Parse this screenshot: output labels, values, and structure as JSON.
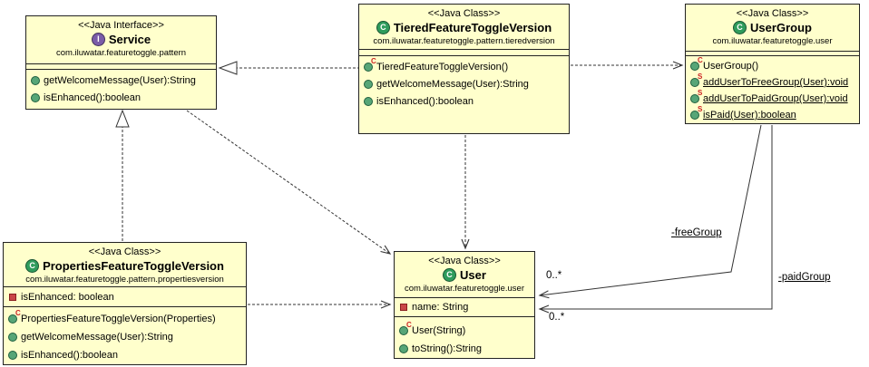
{
  "classes": {
    "service": {
      "stereotype": "<<Java Interface>>",
      "kind_letter": "I",
      "name": "Service",
      "package": "com.iluwatar.featuretoggle.pattern",
      "methods": [
        {
          "label": "getWelcomeMessage(User):String"
        },
        {
          "label": "isEnhanced():boolean"
        }
      ]
    },
    "tiered": {
      "stereotype": "<<Java Class>>",
      "kind_letter": "C",
      "name": "TieredFeatureToggleVersion",
      "package": "com.iluwatar.featuretoggle.pattern.tieredversion",
      "methods": [
        {
          "label": "TieredFeatureToggleVersion()",
          "modifier": "C"
        },
        {
          "label": "getWelcomeMessage(User):String"
        },
        {
          "label": "isEnhanced():boolean"
        }
      ]
    },
    "usergroup": {
      "stereotype": "<<Java Class>>",
      "kind_letter": "C",
      "name": "UserGroup",
      "package": "com.iluwatar.featuretoggle.user",
      "methods": [
        {
          "label": "UserGroup()",
          "modifier": "C"
        },
        {
          "label": "addUserToFreeGroup(User):void",
          "modifier": "S",
          "static": true
        },
        {
          "label": "addUserToPaidGroup(User):void",
          "modifier": "S",
          "static": true
        },
        {
          "label": "isPaid(User):boolean",
          "modifier": "S",
          "static": true
        }
      ]
    },
    "properties": {
      "stereotype": "<<Java Class>>",
      "kind_letter": "C",
      "name": "PropertiesFeatureToggleVersion",
      "package": "com.iluwatar.featuretoggle.pattern.propertiesversion",
      "fields": [
        {
          "label": "isEnhanced: boolean"
        }
      ],
      "methods": [
        {
          "label": "PropertiesFeatureToggleVersion(Properties)",
          "modifier": "C"
        },
        {
          "label": "getWelcomeMessage(User):String"
        },
        {
          "label": "isEnhanced():boolean"
        }
      ]
    },
    "user": {
      "stereotype": "<<Java Class>>",
      "kind_letter": "C",
      "name": "User",
      "package": "com.iluwatar.featuretoggle.user",
      "fields": [
        {
          "label": "name: String"
        }
      ],
      "methods": [
        {
          "label": "User(String)",
          "modifier": "C"
        },
        {
          "label": "toString():String"
        }
      ]
    }
  },
  "associations": {
    "free": {
      "role": "-freeGroup",
      "multiplicity": "0..*"
    },
    "paid": {
      "role": "-paidGroup",
      "multiplicity": "0..*"
    }
  },
  "colors": {
    "page_bg": "#FFFFFF",
    "box_fill": "#FFFFCC",
    "box_border": "#222222",
    "edge_line": "#333333",
    "interface_icon": "#7A5CA8",
    "class_icon": "#2F9C5C",
    "method_icon": "#57A677",
    "method_icon_border": "#1F5F3F",
    "field_icon": "#C94747",
    "field_icon_border": "#8A1F1F",
    "modifier_red": "#CC2222"
  }
}
